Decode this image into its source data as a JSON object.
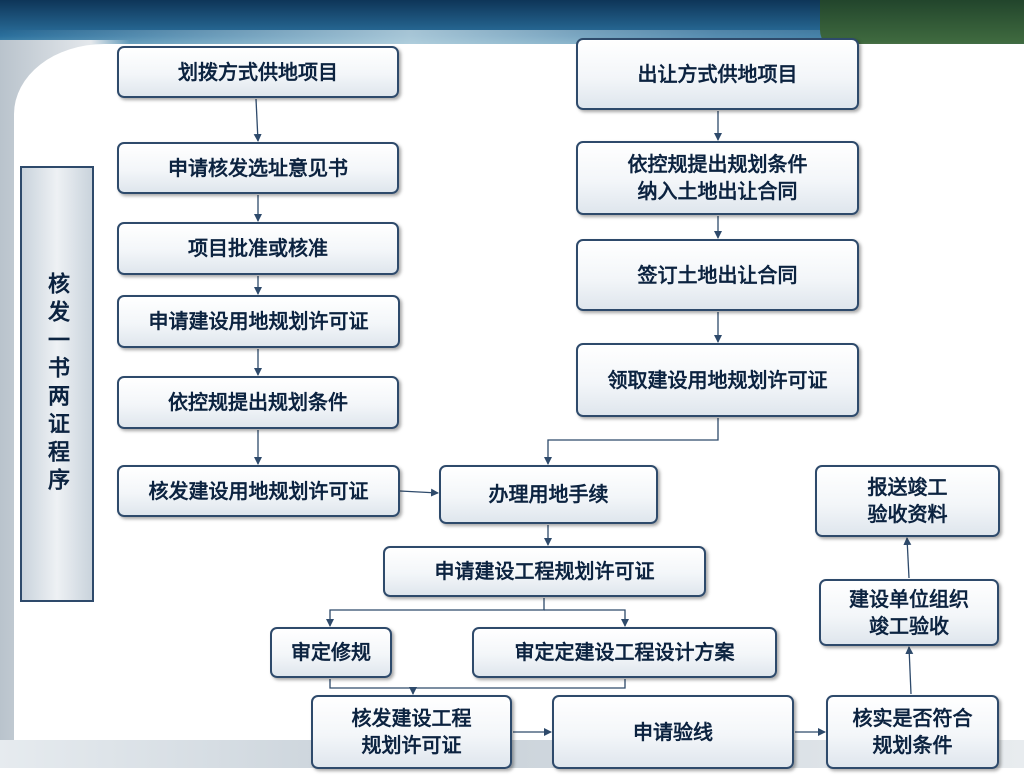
{
  "side_label": "核发一书两证程序",
  "nodes": {
    "allocation": "划拨方式供地项目",
    "transfer": "出让方式供地项目",
    "site_opinion": "申请核发选址意见书",
    "approval": "项目批准或核准",
    "apply_land_permit": "申请建设用地规划许可证",
    "planning_conditions_left": "依控规提出规划条件",
    "issue_land_permit": "核发建设用地规划许可证",
    "conditions_into_contract": "依控规提出规划条件\n纳入土地出让合同",
    "sign_contract": "签订土地出让合同",
    "receive_land_permit": "领取建设用地规划许可证",
    "land_procedures": "办理用地手续",
    "apply_project_permit": "申请建设工程规划许可证",
    "review_detailed_plan": "审定修规",
    "review_design_scheme": "审定定建设工程设计方案",
    "issue_project_permit": "核发建设工程\n规划许可证",
    "apply_line_check": "申请验线",
    "verify_conditions": "核实是否符合\n规划条件",
    "completion_acceptance": "建设单位组织\n竣工验收",
    "submit_documents": "报送竣工\n验收资料"
  }
}
